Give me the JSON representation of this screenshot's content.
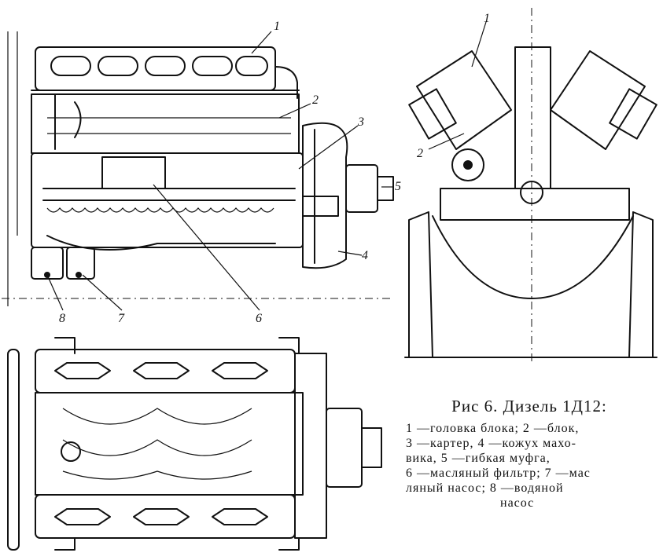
{
  "figure": {
    "caption_title": "Рис 6. Дизель 1Д12:",
    "caption_lines": [
      "1 —головка блока; 2 —блок,",
      "3 —картер, 4 —кожух махо-",
      "вика, 5 —гибкая муфга,",
      "6 —масляный фильтр; 7 —мас",
      "ляный насос; 8 —водяной",
      "насос"
    ]
  },
  "side_view_callouts": [
    "1",
    "2",
    "3",
    "4",
    "5",
    "6",
    "7",
    "8"
  ],
  "end_view_callouts": [
    "1",
    "2"
  ]
}
